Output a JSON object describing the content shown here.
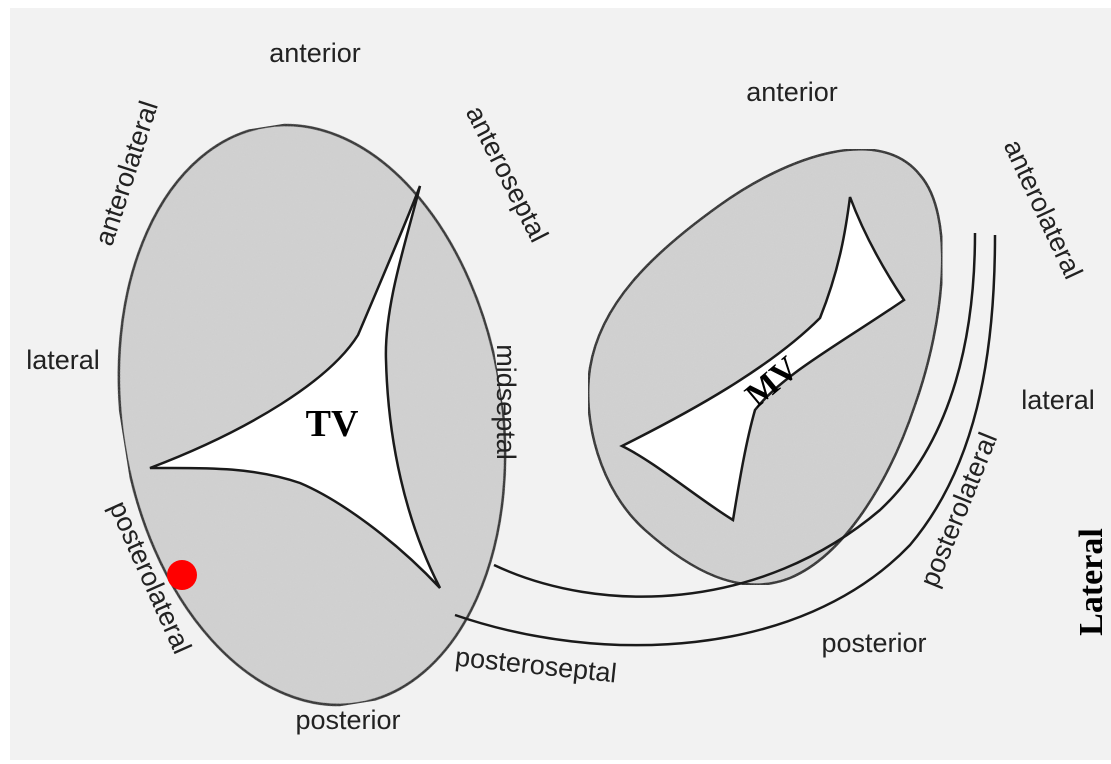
{
  "diagram": {
    "valves": {
      "tricuspid": {
        "label": "TV"
      },
      "mitral": {
        "label": "MV"
      }
    },
    "tricuspid_labels": {
      "anterior": "anterior",
      "anterolateral": "anterolateral",
      "anteroseptal": "anteroseptal",
      "lateral": "lateral",
      "midseptal": "midseptal",
      "posterolateral": "posterolateral",
      "posteroseptal": "posteroseptal",
      "posterior": "posterior"
    },
    "mitral_labels": {
      "anterior": "anterior",
      "anterolateral": "anterolateral",
      "lateral": "lateral",
      "posterolateral": "posterolateral",
      "posterior": "posterior"
    },
    "side_label": "Lateral",
    "colors": {
      "annulus_fill": "#d3d3d3",
      "background": "#f2f2f2",
      "outline": "#1a1a1a",
      "marker": "#ff0000"
    }
  }
}
